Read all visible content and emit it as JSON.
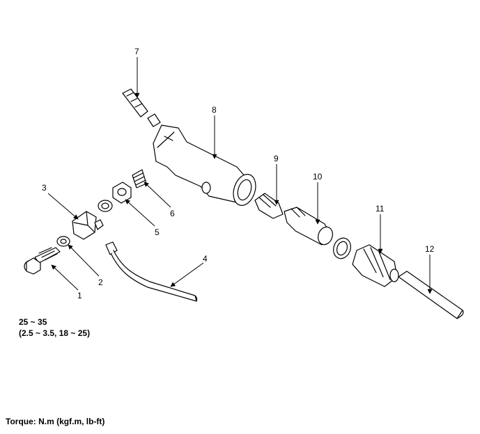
{
  "callouts": [
    "1",
    "2",
    "3",
    "4",
    "5",
    "6",
    "7",
    "8",
    "9",
    "10",
    "11",
    "12"
  ],
  "torque_spec": {
    "line1": "25 ~ 35",
    "line2": "(2.5 ~ 3.5, 18 ~ 25)"
  },
  "torque_note": "Torque: N.m (kgf.m, lb-ft)"
}
